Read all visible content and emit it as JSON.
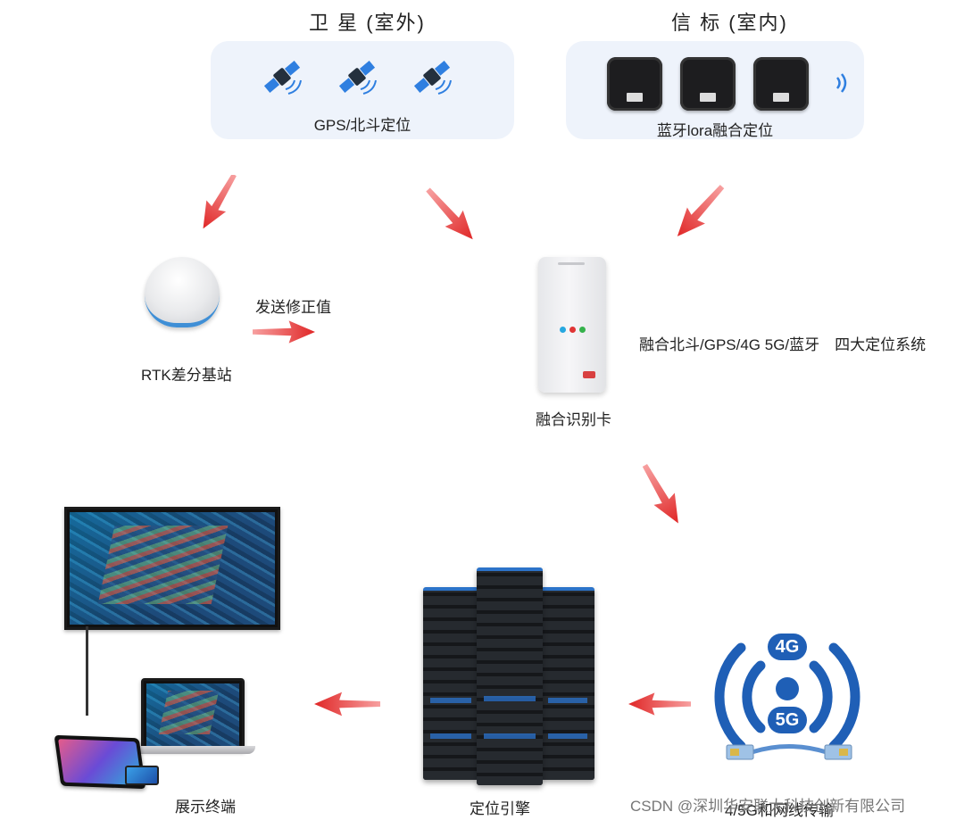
{
  "sections": {
    "satellite_title": "卫 星 (室外)",
    "beacon_title": "信 标 (室内)"
  },
  "panels": {
    "satellite_label": "GPS/北斗定位",
    "beacon_label": "蓝牙lora融合定位"
  },
  "nodes": {
    "rtk_label": "RTK差分基站",
    "rtk_arrow_label": "发送修正值",
    "card_label": "融合识别卡",
    "fusion_label": "融合北斗/GPS/4G 5G/蓝牙　四大定位系统",
    "display_label": "展示终端",
    "engine_label": "定位引擎",
    "network_label": "4/5G和网线传输"
  },
  "network_icon": {
    "badge_4g": "4G",
    "badge_5g": "5G"
  },
  "watermark": "CSDN @深圳华安联大科技创新有限公司",
  "colors": {
    "panel_bg": "#eef3fb",
    "arrow_red": "#e53030",
    "network_blue": "#1f5fb6",
    "server_accent": "#2c73c9"
  },
  "icons": [
    "satellite-icon",
    "beacon-icon",
    "bluetooth-signal-icon",
    "rtk-station-icon",
    "id-card-icon",
    "monitor-icon",
    "laptop-icon",
    "tablet-icon",
    "server-icon",
    "4g-5g-signal-icon",
    "network-cable-icon"
  ]
}
